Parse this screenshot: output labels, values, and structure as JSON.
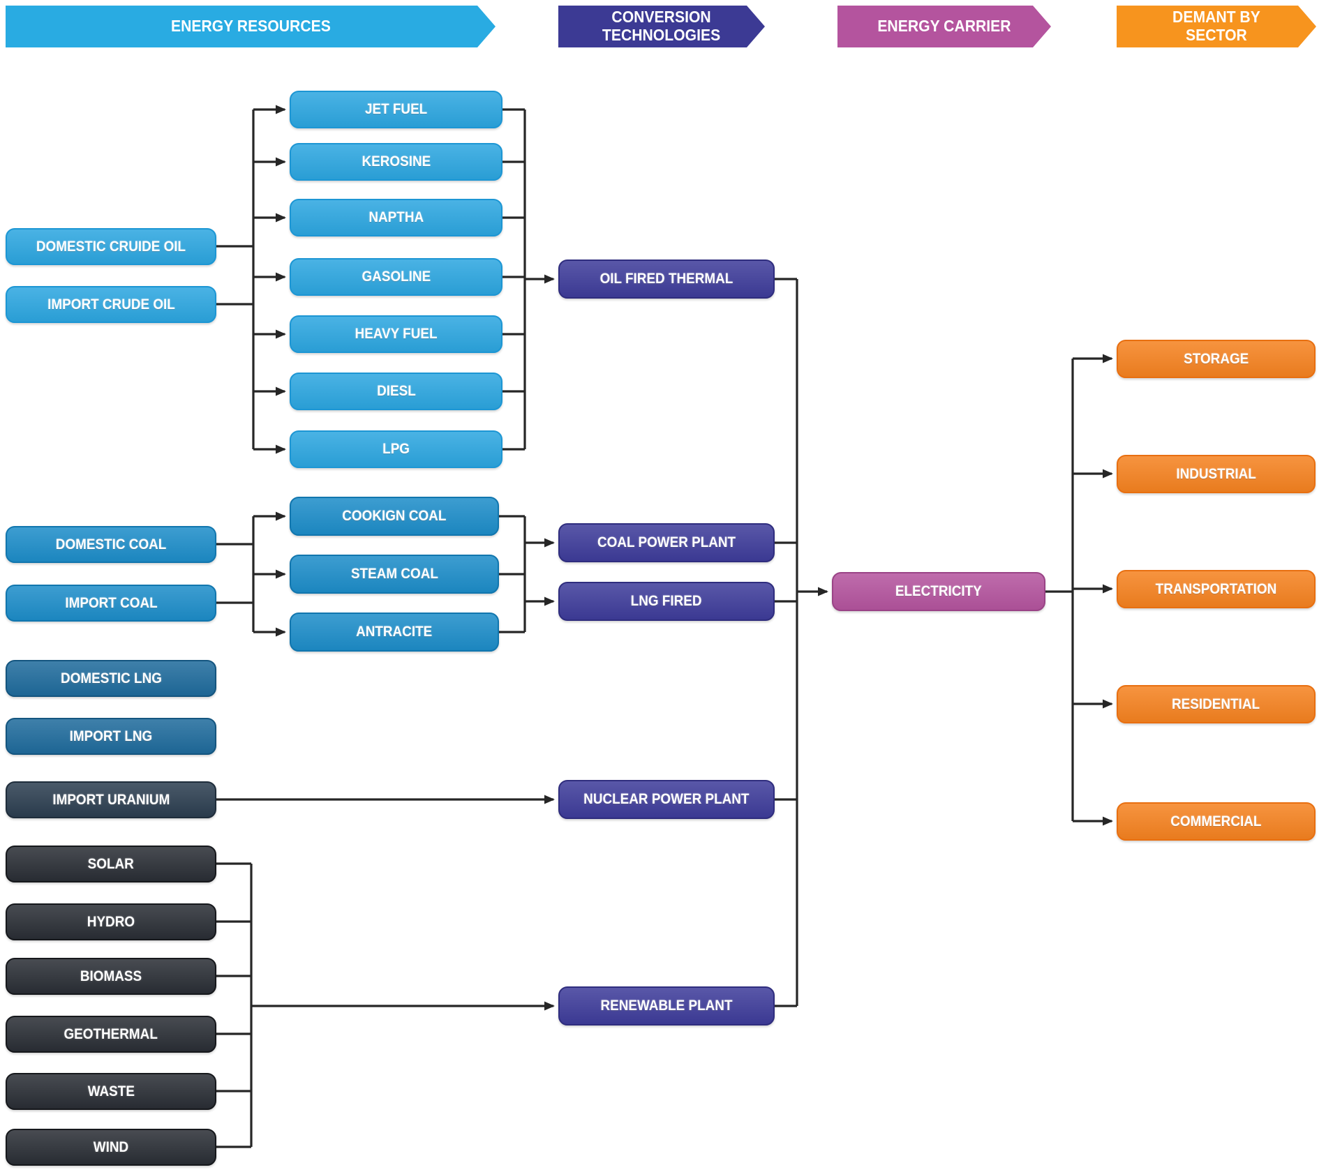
{
  "diagram": {
    "headers": [
      "ENERGY RESOURCES",
      "CONVERSION TECHNOLOGIES",
      "ENERGY CARRIER",
      "DEMANT BY SECTOR"
    ],
    "resources": {
      "crude_oil": [
        "DOMESTIC CRUIDE OIL",
        "IMPORT CRUDE OIL"
      ],
      "oil_products": [
        "JET FUEL",
        "KEROSINE",
        "NAPTHA",
        "GASOLINE",
        "HEAVY FUEL",
        "DIESL",
        "LPG"
      ],
      "coal": [
        "DOMESTIC COAL",
        "IMPORT COAL"
      ],
      "coal_products": [
        "COOKIGN COAL",
        "STEAM COAL",
        "ANTRACITE"
      ],
      "lng": [
        "DOMESTIC LNG",
        "IMPORT LNG"
      ],
      "uranium": [
        "IMPORT URANIUM"
      ],
      "renewables": [
        "SOLAR",
        "HYDRO",
        "BIOMASS",
        "GEOTHERMAL",
        "WASTE",
        "WIND"
      ]
    },
    "conversion": [
      "OIL FIRED THERMAL",
      "COAL POWER PLANT",
      "LNG FIRED",
      "NUCLEAR POWER PLANT",
      "RENEWABLE PLANT"
    ],
    "carrier": [
      "ELECTRICITY"
    ],
    "demand": [
      "STORAGE",
      "INDUSTRIAL",
      "TRANSPORTATION",
      "RESIDENTIAL",
      "COMMERCIAL"
    ],
    "colors": {
      "header_resources": "#29ABE2",
      "header_conversion": "#3C3A94",
      "header_carrier": "#B4549E",
      "header_demand": "#F7941E",
      "oil_box": "#2CA6E0",
      "coal_box": "#1D8DC9",
      "lng_box": "#1F6B9C",
      "uranium_box": "#2C3E50",
      "renewable_box": "#2A2E35",
      "conversion_box": "#3E3C9A",
      "electricity_box": "#B4549E",
      "demand_box": "#F58220",
      "wire": "#262626"
    }
  }
}
